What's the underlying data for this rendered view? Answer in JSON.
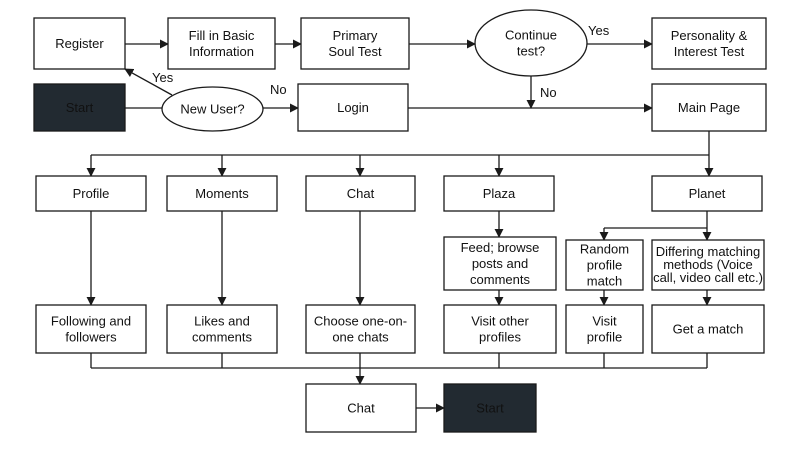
{
  "colors": {
    "stroke": "#1a1a1a",
    "dark_fill": "#222a31",
    "dark_text": "#ffffff",
    "light_fill": "#ffffff",
    "text": "#111111"
  },
  "nodes": {
    "register": [
      "Register"
    ],
    "fill_basic": [
      "Fill in Basic",
      "Information"
    ],
    "primary_soul": [
      "Primary",
      "Soul Test"
    ],
    "continue_test": [
      "Continue",
      "test?"
    ],
    "personality": [
      "Personality &",
      "Interest Test"
    ],
    "start_top": [
      "Start"
    ],
    "new_user": [
      "New User?"
    ],
    "login": [
      "Login"
    ],
    "main_page": [
      "Main Page"
    ],
    "profile": [
      "Profile"
    ],
    "moments": [
      "Moments"
    ],
    "chat_nav": [
      "Chat"
    ],
    "plaza": [
      "Plaza"
    ],
    "planet": [
      "Planet"
    ],
    "feed": [
      "Feed; browse",
      "posts and",
      "comments"
    ],
    "random_match": [
      "Random",
      "profile",
      "match"
    ],
    "differing_methods": [
      "Differing matching",
      "methods (Voice",
      "call, video call etc.)"
    ],
    "following": [
      "Following and",
      "followers"
    ],
    "likes": [
      "Likes and",
      "comments"
    ],
    "choose_chats": [
      "Choose one-on-",
      "one chats"
    ],
    "visit_other": [
      "Visit other",
      "profiles"
    ],
    "visit_profile": [
      "Visit",
      "profile"
    ],
    "get_match": [
      "Get a match"
    ],
    "chat_bottom": [
      "Chat"
    ],
    "start_bottom": [
      "Start"
    ]
  },
  "edge_labels": {
    "yes_continue": "Yes",
    "yes_new_user": "Yes",
    "no_new_user": "No",
    "no_continue": "No"
  }
}
